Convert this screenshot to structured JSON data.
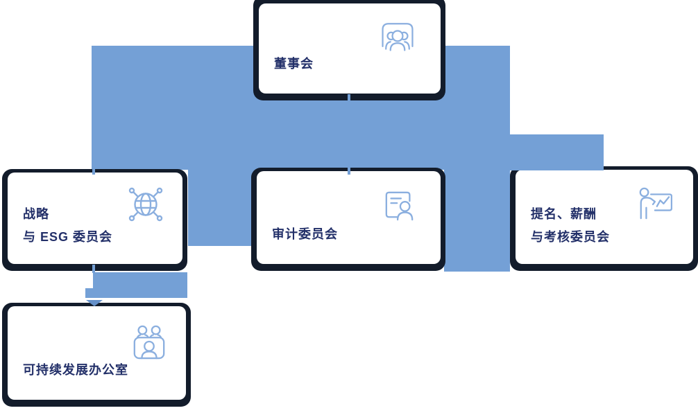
{
  "diagram": {
    "type": "org-chart",
    "nodes": {
      "board": {
        "label": "董事会",
        "icon": "board-people-icon"
      },
      "strategy_esg": {
        "line1": "战略",
        "line2": "与 ESG 委员会",
        "icon": "globe-network-icon"
      },
      "audit": {
        "label": "审计委员会",
        "icon": "auditor-profile-icon"
      },
      "nomination_remuneration": {
        "line1": "提名、薪酬",
        "line2": "与考核委员会",
        "icon": "presenter-chart-icon"
      },
      "sustainability_office": {
        "label": "可持续发展办公室",
        "icon": "meeting-people-icon"
      }
    },
    "edges": [
      {
        "from": "board",
        "to": "strategy_esg"
      },
      {
        "from": "board",
        "to": "audit"
      },
      {
        "from": "board",
        "to": "nomination_remuneration"
      },
      {
        "from": "strategy_esg",
        "to": "sustainability_office"
      }
    ],
    "colors": {
      "connector_blue": "#74A0D6",
      "arrow_blue": "#6490C9",
      "frame_dark": "#131C2B",
      "label_navy": "#233069",
      "icon_stroke": "#8BAFDF",
      "card_white": "#FFFFFF"
    }
  }
}
